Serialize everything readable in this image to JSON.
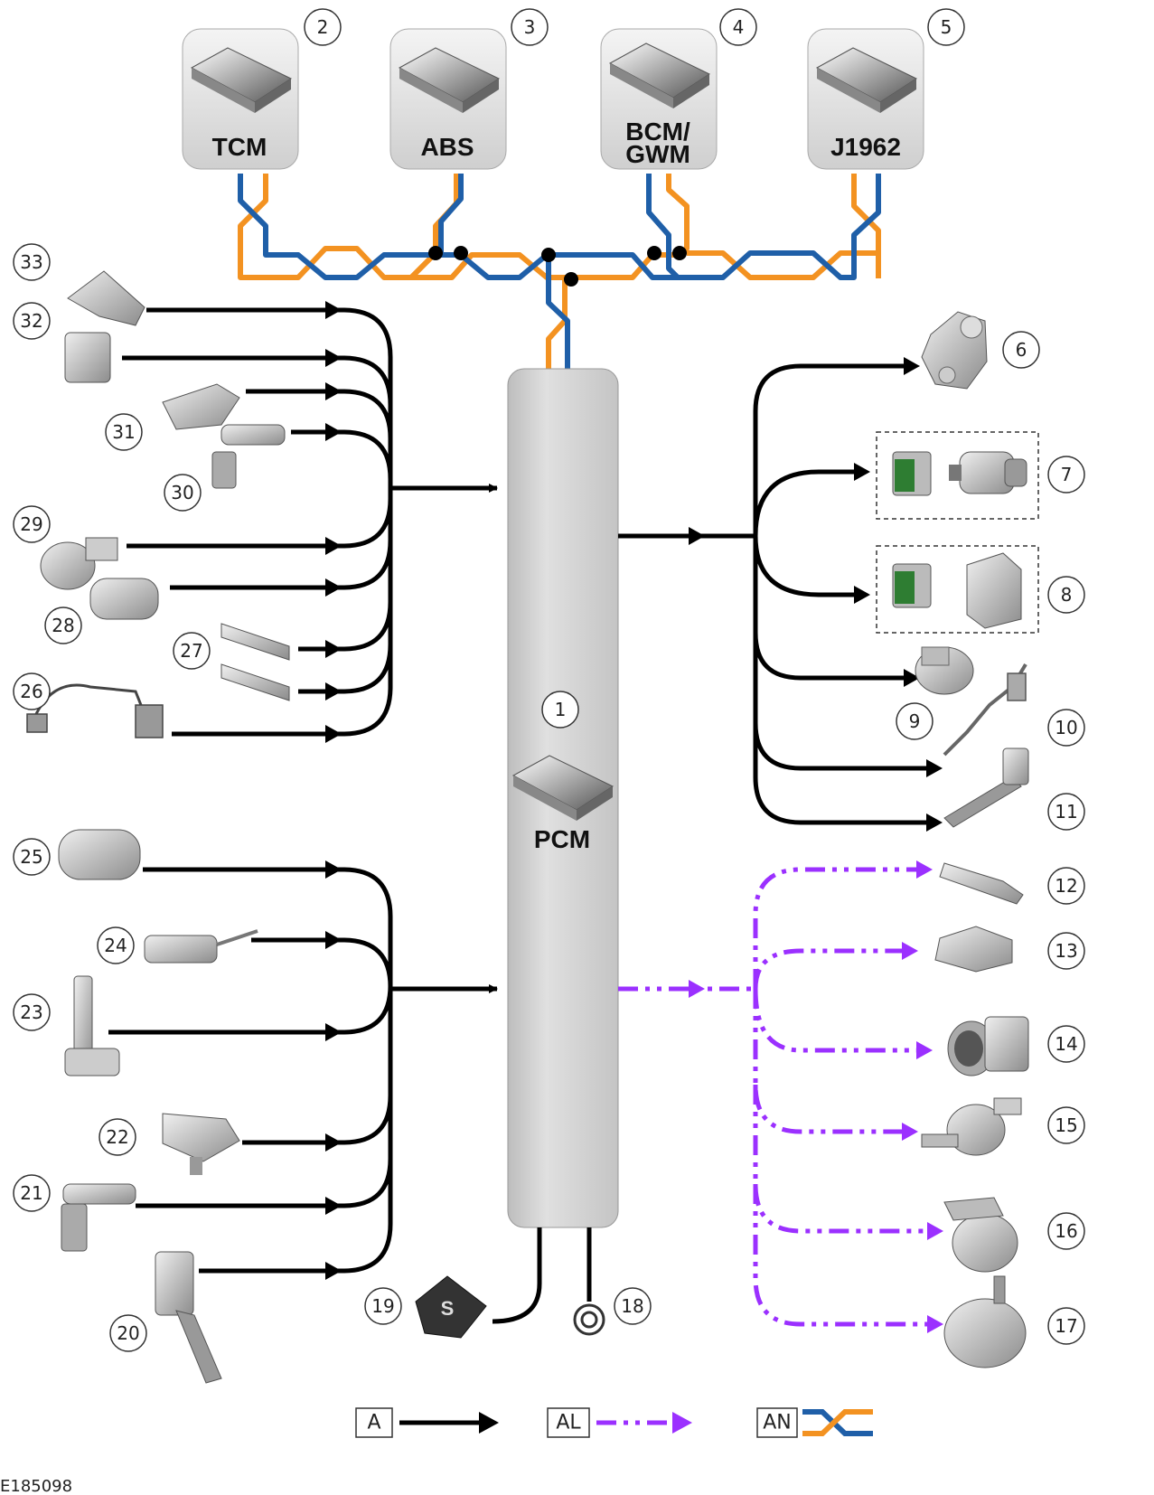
{
  "modules": {
    "tcm": {
      "label": "TCM",
      "number": "2"
    },
    "abs": {
      "label": "ABS",
      "number": "3"
    },
    "bcm": {
      "label_line1": "BCM/",
      "label_line2": "GWM",
      "number": "4"
    },
    "j1962": {
      "label": "J1962",
      "number": "5"
    }
  },
  "pcm": {
    "label": "PCM",
    "number": "1"
  },
  "callouts": {
    "n6": "6",
    "n7": "7",
    "n8": "8",
    "n9": "9",
    "n10": "10",
    "n11": "11",
    "n12": "12",
    "n13": "13",
    "n14": "14",
    "n15": "15",
    "n16": "16",
    "n17": "17",
    "n18": "18",
    "n19": "19",
    "n20": "20",
    "n21": "21",
    "n22": "22",
    "n23": "23",
    "n24": "24",
    "n25": "25",
    "n26": "26",
    "n27": "27",
    "n28": "28",
    "n29": "29",
    "n30": "30",
    "n31": "31",
    "n32": "32",
    "n33": "33"
  },
  "legend": {
    "a": "A",
    "al": "AL",
    "an": "AN"
  },
  "reference_id": "E185098",
  "colors": {
    "hardwired": "#000000",
    "lin_bus": "#8a2be2",
    "can_high": "#f39221",
    "can_low": "#1f5fa8",
    "component_fill": "#cfcfcf"
  }
}
